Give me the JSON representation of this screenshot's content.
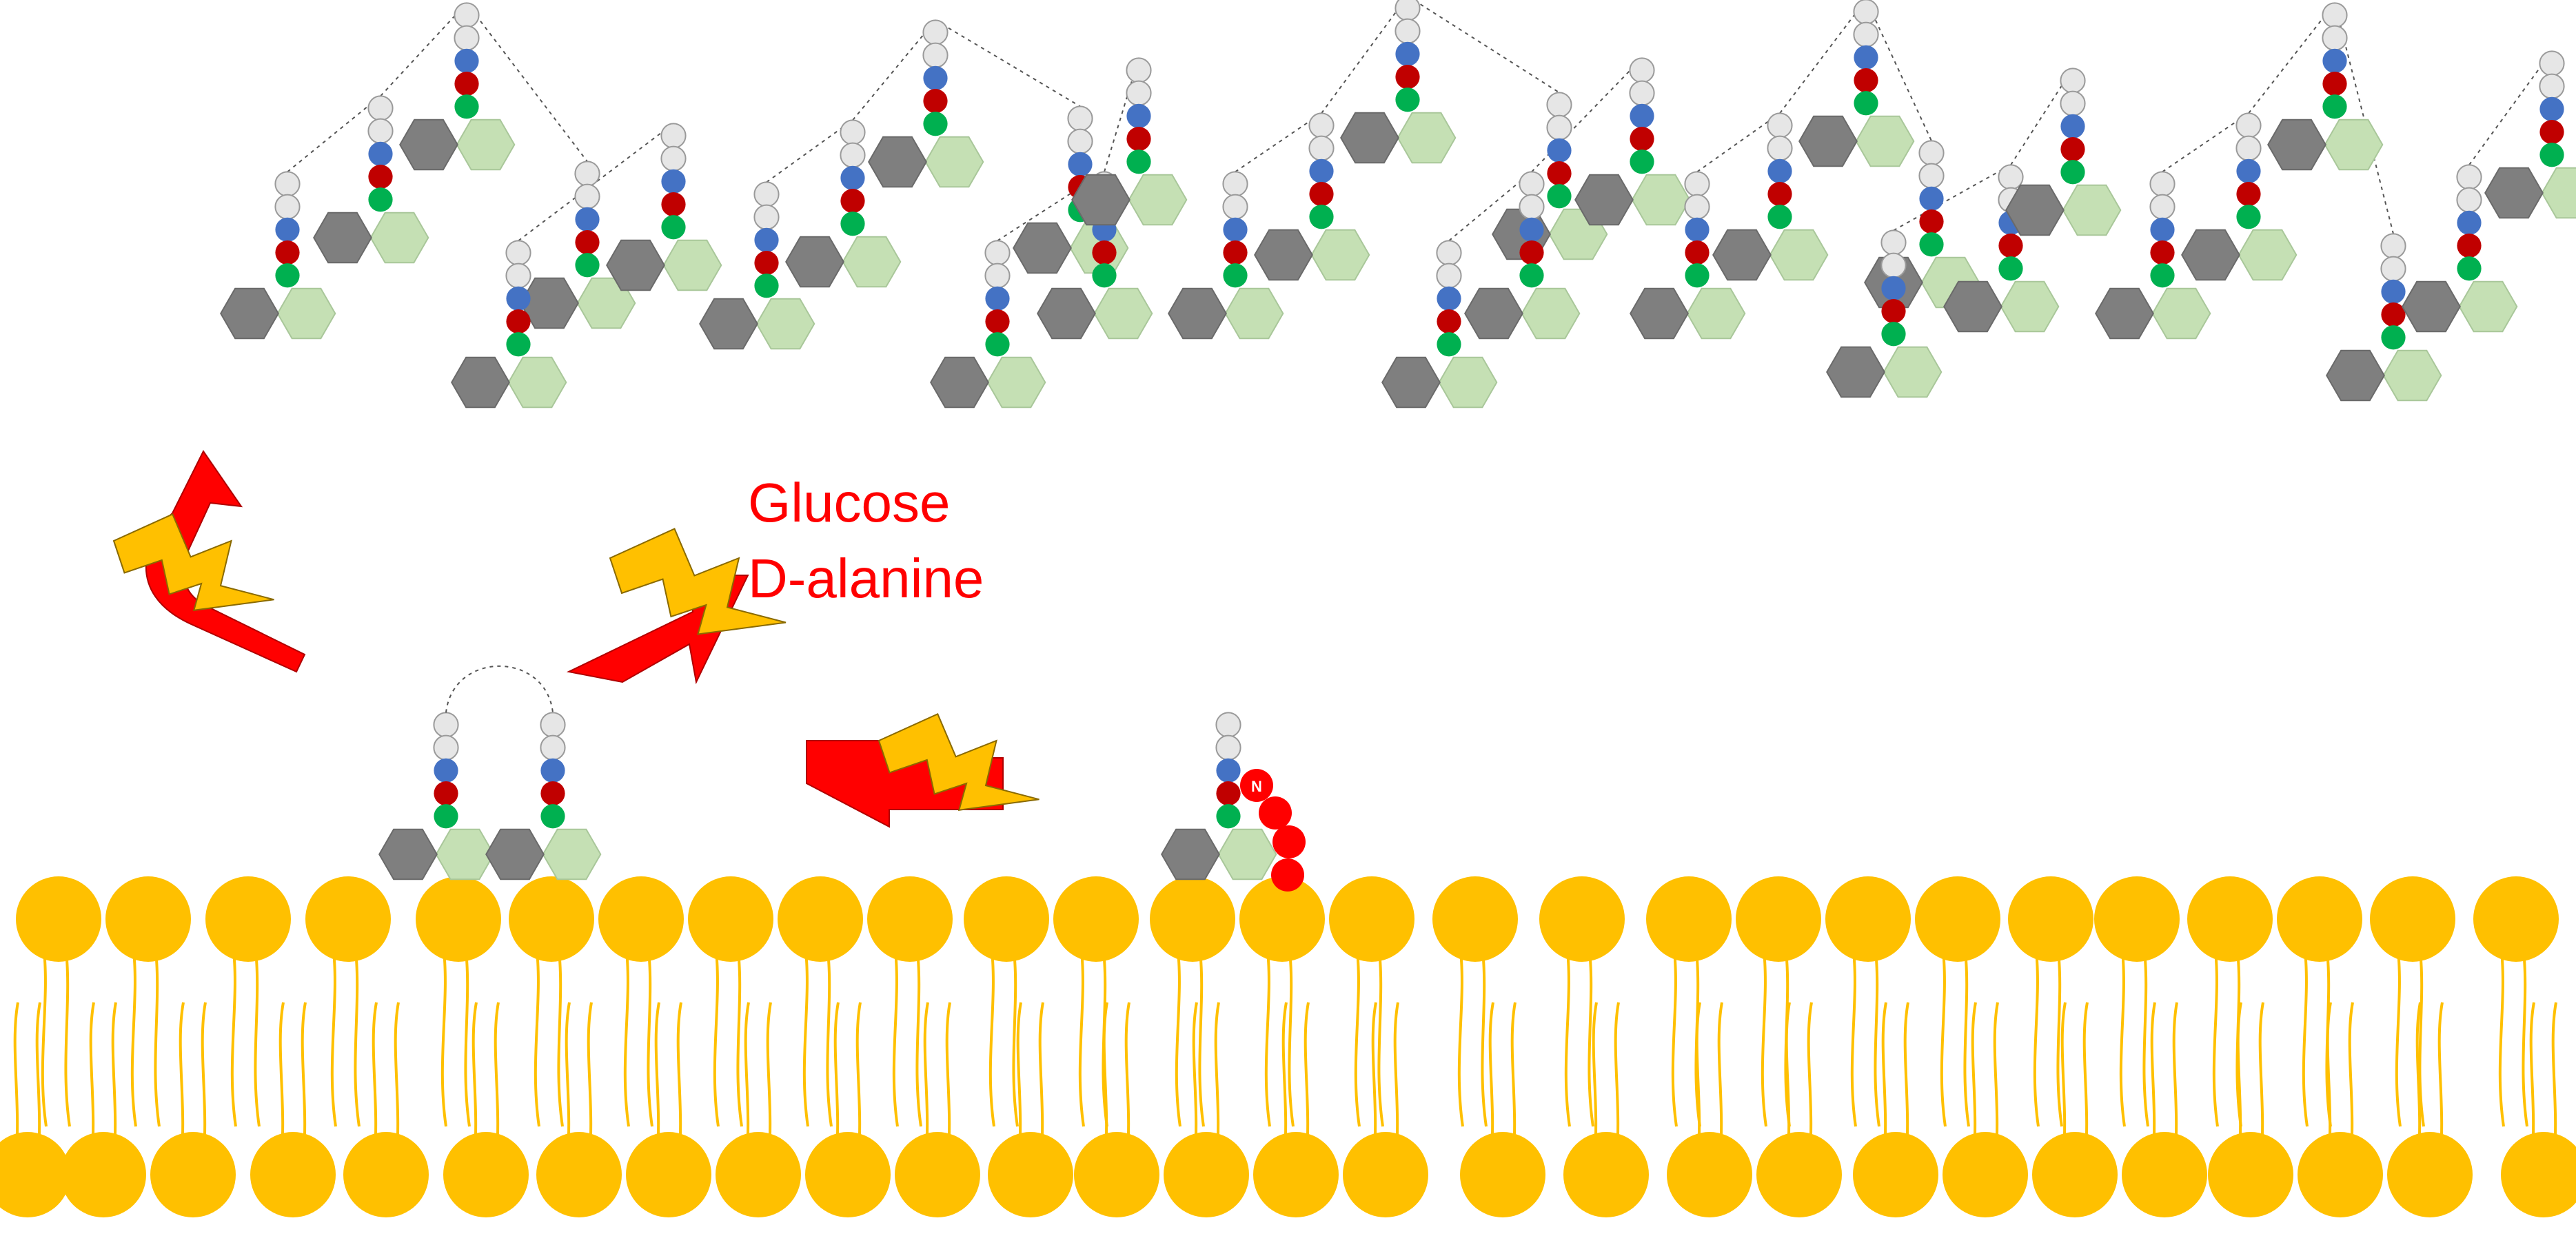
{
  "labels": {
    "line1": "Glucose",
    "line2": "D-alanine",
    "n_marker": "N"
  },
  "colors": {
    "membrane": "#ffc000",
    "arrow": "#ff0000",
    "lightning": "#ffc000",
    "unit_pale": "#e6e6e6",
    "unit_blue": "#4472c4",
    "unit_red": "#c00000",
    "unit_green": "#00b050",
    "hex_dark": "#7f7f7f",
    "hex_light": "#c5e0b4",
    "peptide_chain": "#ff0000"
  },
  "elements": {
    "membrane": "phospholipid-bilayer",
    "subunit": "monomer-unit",
    "arrow": "red-arrow",
    "lightning": "lightning-bolt"
  }
}
